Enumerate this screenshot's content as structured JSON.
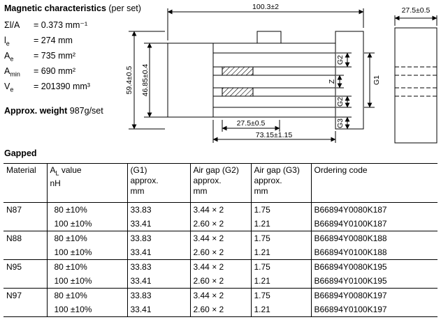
{
  "magnetic": {
    "title": "Magnetic characteristics",
    "title_note": "(per set)",
    "params": [
      {
        "base": "Σl/A",
        "sub": "",
        "value": "= 0.373 mm⁻¹"
      },
      {
        "base": "l",
        "sub": "e",
        "value": "= 274 mm"
      },
      {
        "base": "A",
        "sub": "e",
        "value": "= 735 mm²"
      },
      {
        "base": "A",
        "sub": "min",
        "value": "= 690 mm²"
      },
      {
        "base": "V",
        "sub": "e",
        "value": "= 201390 mm³"
      }
    ],
    "weight_label": "Approx. weight",
    "weight_value": "987g/set"
  },
  "drawing": {
    "dim_width_total": "100.3±2",
    "dim_height_outer": "59.4±0.5",
    "dim_height_inner": "46.85±0.4",
    "dim_width_inner": "27.5±0.5",
    "dim_width_base": "73.15±1.15",
    "dim_depth": "27.5±0.5",
    "gap_labels": {
      "g2_top": "G2",
      "z": "Z",
      "g1": "G1",
      "g2_bottom": "G2",
      "g3": "G3"
    }
  },
  "gapped": {
    "section_title": "Gapped",
    "headers": {
      "material": "Material",
      "al_base": "A",
      "al_sub": "L",
      "al_rest": " value",
      "al_unit": "nH",
      "g1_l1": "(G1)",
      "g1_l2": "approx.",
      "g1_l3": "mm",
      "g2_l1": "Air gap (G2)",
      "g2_l2": "approx.",
      "g2_l3": "mm",
      "g3_l1": "Air gap (G3)",
      "g3_l2": "approx.",
      "g3_l3": "mm",
      "code": "Ordering code"
    },
    "groups": [
      {
        "material": "N87",
        "rows": [
          {
            "al": "80 ±10%",
            "g1": "33.83",
            "g2": "3.44 × 2",
            "g3": "1.75",
            "code": "B66894Y0080K187"
          },
          {
            "al": "100 ±10%",
            "g1": "33.41",
            "g2": "2.60 × 2",
            "g3": "1.21",
            "code": "B66894Y0100K187"
          }
        ]
      },
      {
        "material": "N88",
        "rows": [
          {
            "al": "80 ±10%",
            "g1": "33.83",
            "g2": "3.44 × 2",
            "g3": "1.75",
            "code": "B66894Y0080K188"
          },
          {
            "al": "100 ±10%",
            "g1": "33.41",
            "g2": "2.60 × 2",
            "g3": "1.21",
            "code": "B66894Y0100K188"
          }
        ]
      },
      {
        "material": "N95",
        "rows": [
          {
            "al": "80 ±10%",
            "g1": "33.83",
            "g2": "3.44 × 2",
            "g3": "1.75",
            "code": "B66894Y0080K195"
          },
          {
            "al": "100 ±10%",
            "g1": "33.41",
            "g2": "2.60 × 2",
            "g3": "1.21",
            "code": "B66894Y0100K195"
          }
        ]
      },
      {
        "material": "N97",
        "rows": [
          {
            "al": "80 ±10%",
            "g1": "33.83",
            "g2": "3.44 × 2",
            "g3": "1.75",
            "code": "B66894Y0080K197"
          },
          {
            "al": "100 ±10%",
            "g1": "33.41",
            "g2": "2.60 × 2",
            "g3": "1.21",
            "code": "B66894Y0100K197"
          }
        ]
      }
    ]
  }
}
